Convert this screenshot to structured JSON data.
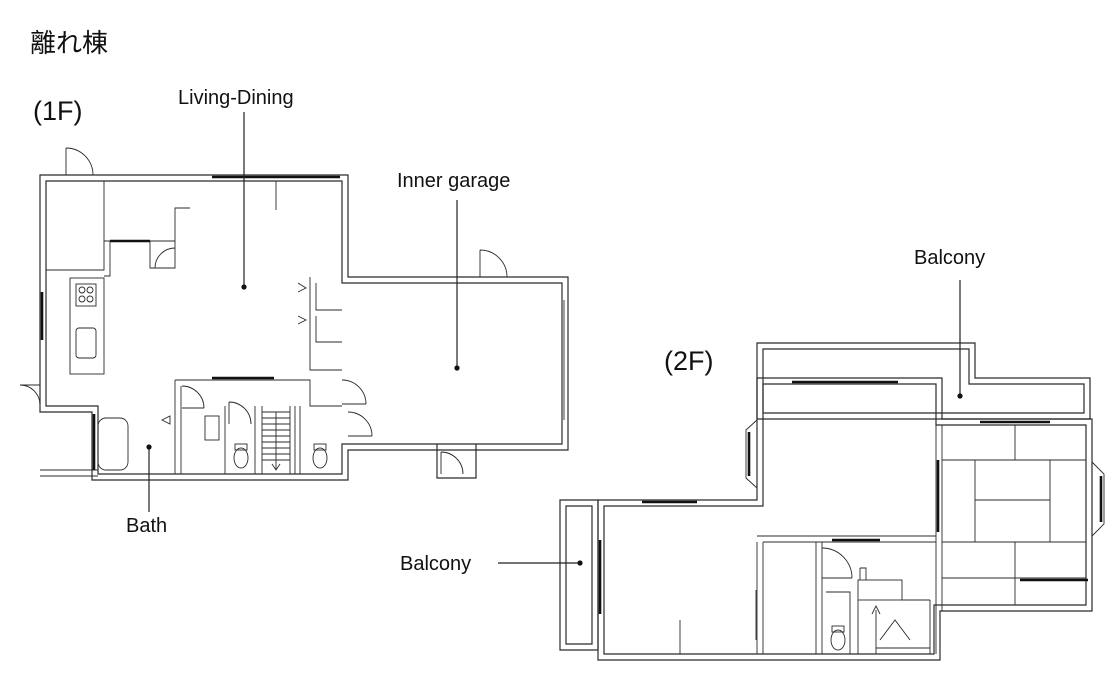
{
  "title": "離れ棟",
  "floors": {
    "first": {
      "label": "(1F)",
      "rooms": {
        "living_dining": "Living-Dining",
        "inner_garage": "Inner garage",
        "bath": "Bath"
      }
    },
    "second": {
      "label": "(2F)",
      "rooms": {
        "balcony_right": "Balcony",
        "balcony_left": "Balcony"
      }
    }
  }
}
